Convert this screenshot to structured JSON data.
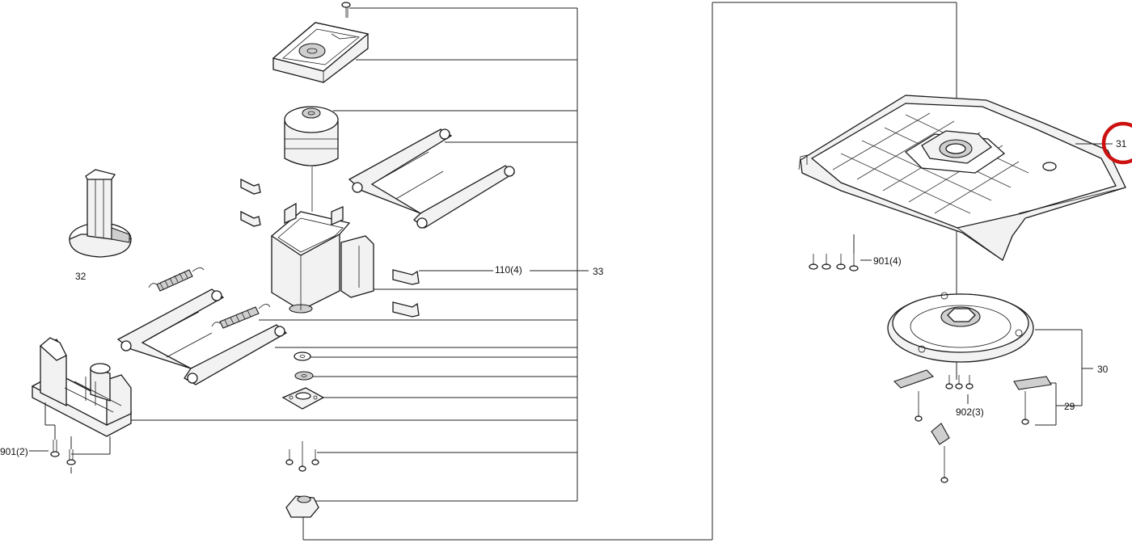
{
  "labels": {
    "p31": "31",
    "p32": "32",
    "p33": "33",
    "p30": "30",
    "p29": "29",
    "p110": "110(4)",
    "p901_left": "901(2)",
    "p901_right": "901(4)",
    "p902": "902(3)"
  },
  "highlight": {
    "part": "31",
    "color": "#cc1111"
  }
}
